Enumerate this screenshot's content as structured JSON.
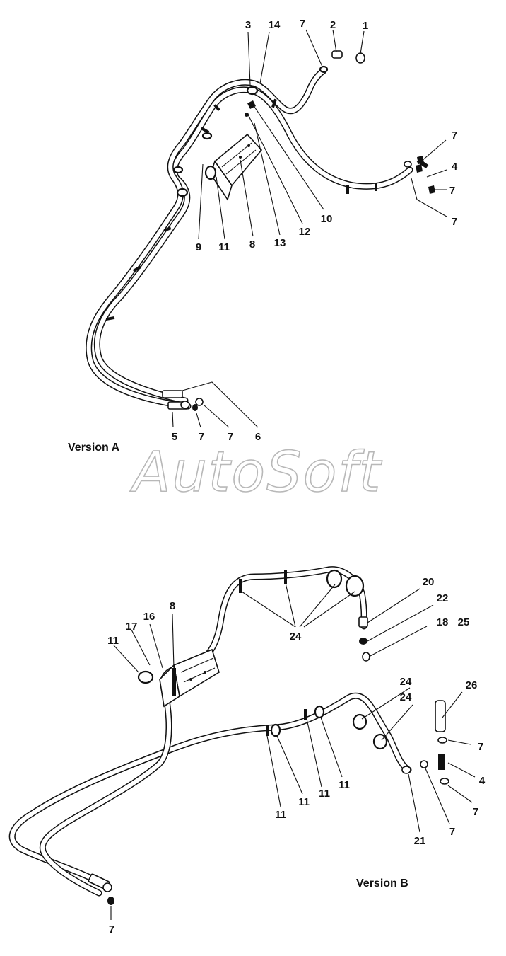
{
  "watermark": "AutoSoft",
  "versions": [
    {
      "caption": "Version A",
      "callouts": [
        {
          "id": "a-3",
          "text": "3"
        },
        {
          "id": "a-14",
          "text": "14"
        },
        {
          "id": "a-7t",
          "text": "7"
        },
        {
          "id": "a-2",
          "text": "2"
        },
        {
          "id": "a-1",
          "text": "1"
        },
        {
          "id": "a-7r1",
          "text": "7"
        },
        {
          "id": "a-4",
          "text": "4"
        },
        {
          "id": "a-7r2",
          "text": "7"
        },
        {
          "id": "a-7r3",
          "text": "7"
        },
        {
          "id": "a-10",
          "text": "10"
        },
        {
          "id": "a-12",
          "text": "12"
        },
        {
          "id": "a-13",
          "text": "13"
        },
        {
          "id": "a-8",
          "text": "8"
        },
        {
          "id": "a-11",
          "text": "11"
        },
        {
          "id": "a-9",
          "text": "9"
        },
        {
          "id": "a-5",
          "text": "5"
        },
        {
          "id": "a-7b1",
          "text": "7"
        },
        {
          "id": "a-7b2",
          "text": "7"
        },
        {
          "id": "a-6",
          "text": "6"
        }
      ]
    },
    {
      "caption": "Version B",
      "callouts": [
        {
          "id": "b-20",
          "text": "20"
        },
        {
          "id": "b-22",
          "text": "22"
        },
        {
          "id": "b-18",
          "text": "18"
        },
        {
          "id": "b-25",
          "text": "25"
        },
        {
          "id": "b-8",
          "text": "8"
        },
        {
          "id": "b-16",
          "text": "16"
        },
        {
          "id": "b-17",
          "text": "17"
        },
        {
          "id": "b-11a",
          "text": "11"
        },
        {
          "id": "b-24a",
          "text": "24"
        },
        {
          "id": "b-24b",
          "text": "24"
        },
        {
          "id": "b-24c",
          "text": "24"
        },
        {
          "id": "b-26",
          "text": "26"
        },
        {
          "id": "b-7a",
          "text": "7"
        },
        {
          "id": "b-4",
          "text": "4"
        },
        {
          "id": "b-7b",
          "text": "7"
        },
        {
          "id": "b-7c",
          "text": "7"
        },
        {
          "id": "b-21",
          "text": "21"
        },
        {
          "id": "b-11b",
          "text": "11"
        },
        {
          "id": "b-11c",
          "text": "11"
        },
        {
          "id": "b-11d",
          "text": "11"
        },
        {
          "id": "b-11e",
          "text": "11"
        },
        {
          "id": "b-7d",
          "text": "7"
        }
      ]
    }
  ]
}
